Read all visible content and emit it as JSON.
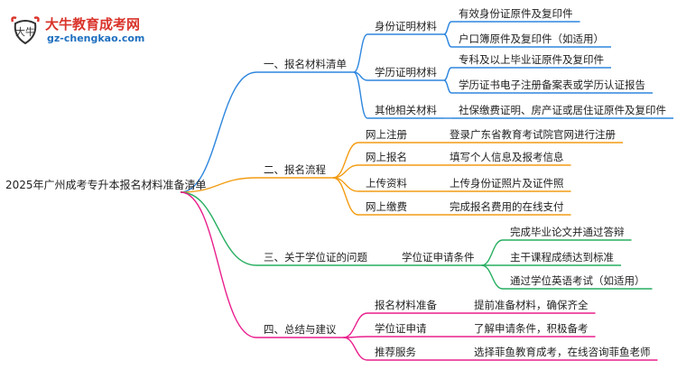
{
  "logo": {
    "name": "大牛教育成考网",
    "url": "gz-chengkao.com",
    "mark_text": "大牛"
  },
  "root": "2025年广州成考专升本报名材料准备清单",
  "branches": [
    {
      "label": "一、报名材料清单",
      "color": "#2e86de",
      "children": [
        {
          "label": "身份证明材料",
          "children": [
            "有效身份证原件及复印件",
            "户口簿原件及复印件（如适用）"
          ]
        },
        {
          "label": "学历证明材料",
          "children": [
            "专科及以上毕业证原件及复印件",
            "学历证书电子注册备案表或学历认证报告"
          ]
        },
        {
          "label": "其他相关材料",
          "children": [
            "社保缴费证明、房产证或居住证原件及复印件"
          ]
        }
      ]
    },
    {
      "label": "二、报名流程",
      "color": "#f39c12",
      "children": [
        {
          "label": "网上注册",
          "children": [
            "登录广东省教育考试院官网进行注册"
          ]
        },
        {
          "label": "网上报名",
          "children": [
            "填写个人信息及报考信息"
          ]
        },
        {
          "label": "上传资料",
          "children": [
            "上传身份证照片及证件照"
          ]
        },
        {
          "label": "网上缴费",
          "children": [
            "完成报名费用的在线支付"
          ]
        }
      ]
    },
    {
      "label": "三、关于学位证的问题",
      "color": "#27ae60",
      "children": [
        {
          "label": "学位证申请条件",
          "children": [
            "完成毕业论文并通过答辩",
            "主干课程成绩达到标准",
            "通过学位英语考试（如适用）"
          ]
        }
      ]
    },
    {
      "label": "四、总结与建议",
      "color": "#e91e8c",
      "children": [
        {
          "label": "报名材料准备",
          "children": [
            "提前准备材料，确保齐全"
          ]
        },
        {
          "label": "学位证申请",
          "children": [
            "了解申请条件，积极备考"
          ]
        },
        {
          "label": "推荐服务",
          "children": [
            "选择菲鱼教育成考，在线咨询菲鱼老师"
          ]
        }
      ]
    }
  ]
}
